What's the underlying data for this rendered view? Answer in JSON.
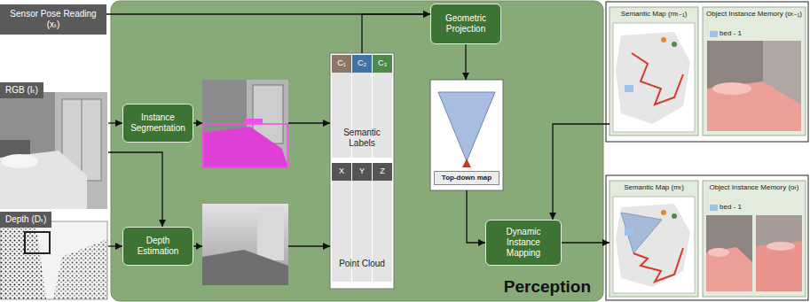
{
  "diagram": {
    "nodes": [
      {
        "text": [
          "Sensor Pose Reading (xₜ)"
        ]
      },
      {
        "text": [
          "RGB (Iₜ)"
        ]
      },
      {
        "text": [
          "Depth (Dₜ)"
        ]
      },
      {
        "text": [
          "Perception"
        ]
      },
      {
        "text": [
          "Instance Segmentation"
        ],
        "in": 3
      },
      {
        "text": [
          "Depth Estimation"
        ],
        "in": 3
      },
      {
        "text": [
          "Geometric Projection"
        ],
        "in": 3
      },
      {
        "text": [
          "Semantic Labels",
          "Point Cloud"
        ],
        "in": 3
      },
      {
        "text": [
          "Top-down map"
        ],
        "in": 3
      },
      {
        "text": [
          "Dynamic Instance Mapping"
        ],
        "in": 3
      },
      {
        "text": [
          "Semantic Map (mₜ₋₁)"
        ]
      },
      {
        "text": [
          "Object Instance Memory (oₜ₋₁)"
        ]
      },
      {
        "text": [
          "Semantic Map (mₜ)"
        ]
      },
      {
        "text": [
          "Object Instance Memory (oₜ)"
        ]
      }
    ],
    "edges": [
      {
        "from": 0,
        "to": 6,
        "arrow": "to"
      },
      {
        "from": 7,
        "to": 6,
        "arrow": "to"
      },
      {
        "from": 1,
        "to": 4,
        "arrow": "to"
      },
      {
        "from": 1,
        "to": 5,
        "arrow": "to"
      },
      {
        "from": 2,
        "to": 5,
        "arrow": "to"
      },
      {
        "from": 4,
        "to": 7,
        "arrow": "to"
      },
      {
        "from": 5,
        "to": 7,
        "arrow": "to"
      },
      {
        "from": 6,
        "to": 8,
        "arrow": "to"
      },
      {
        "from": 8,
        "to": 9,
        "arrow": "to"
      },
      {
        "from": 10,
        "to": 9,
        "arrow": "to"
      },
      {
        "from": 9,
        "to": 12,
        "arrow": "to"
      }
    ],
    "labels": [
      "C₁",
      "C₂",
      "C₃",
      "X",
      "Y",
      "Z",
      "bed - 1",
      "bed - 1"
    ]
  }
}
